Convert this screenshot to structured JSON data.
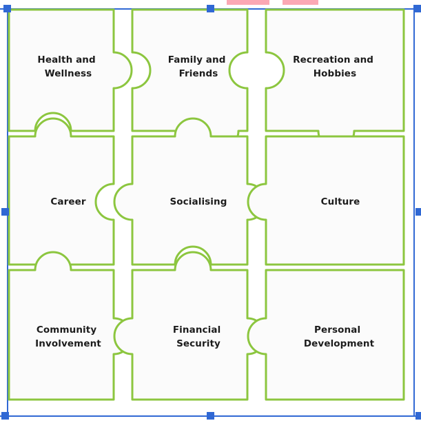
{
  "diagram": {
    "type": "jigsaw-puzzle-grid",
    "title_visible": false,
    "rows": 3,
    "cols": 3,
    "colors": {
      "piece_stroke": "#8cc63f",
      "piece_fill": "#fbfbfb",
      "label_text": "#1c1c1c",
      "selection": "#3068d4",
      "highlight_bar": "#fba8b4",
      "canvas": "#ffffff"
    },
    "pieces": [
      {
        "id": "health-and-wellness",
        "row": 0,
        "col": 0,
        "lines": [
          "Health and",
          "Wellness"
        ]
      },
      {
        "id": "family-and-friends",
        "row": 0,
        "col": 1,
        "lines": [
          "Family and",
          "Friends"
        ]
      },
      {
        "id": "recreation-and-hobbies",
        "row": 0,
        "col": 2,
        "lines": [
          "Recreation and",
          "Hobbies"
        ]
      },
      {
        "id": "career",
        "row": 1,
        "col": 0,
        "lines": [
          "Career"
        ]
      },
      {
        "id": "socialising",
        "row": 1,
        "col": 1,
        "lines": [
          "Socialising"
        ]
      },
      {
        "id": "culture",
        "row": 1,
        "col": 2,
        "lines": [
          "Culture"
        ]
      },
      {
        "id": "community-involvement",
        "row": 2,
        "col": 0,
        "lines": [
          "Community",
          "Involvement"
        ]
      },
      {
        "id": "financial-security",
        "row": 2,
        "col": 1,
        "lines": [
          "Financial",
          "Security"
        ]
      },
      {
        "id": "personal-development",
        "row": 2,
        "col": 2,
        "lines": [
          "Personal",
          "Development"
        ]
      }
    ]
  },
  "selection": {
    "label": "object-selection-frame",
    "handles": [
      "top-left",
      "top-center",
      "top-right",
      "middle-left",
      "middle-right",
      "bottom-left",
      "bottom-center",
      "bottom-right"
    ]
  },
  "highlight_bars": [
    {
      "name": "highlight-bar-1"
    },
    {
      "name": "highlight-bar-2"
    }
  ]
}
